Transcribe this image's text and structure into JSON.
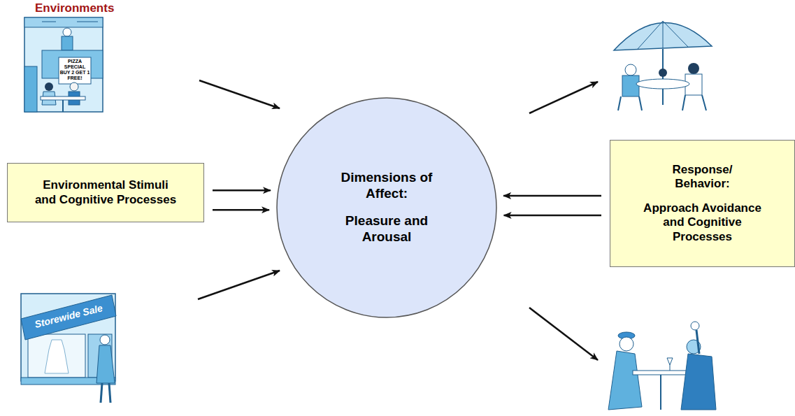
{
  "diagram": {
    "title": "Environments",
    "nodes": [
      {
        "text": [
          "Environmental Stimuli and Cognitive Processes"
        ]
      },
      {
        "text": [
          "Dimensions of Affect:",
          "Pleasure and Arousal"
        ]
      },
      {
        "text": [
          "Response/ Behavior:",
          "Approach Avoidance and Cognitive Processes"
        ]
      }
    ],
    "edges": [
      {
        "from": 0,
        "to": 1,
        "arrow": "to"
      },
      {
        "from": 0,
        "to": 1,
        "arrow": "to"
      },
      {
        "from": 2,
        "to": 1,
        "arrow": "to"
      },
      {
        "from": 2,
        "to": 1,
        "arrow": "to"
      }
    ],
    "labels": [
      "PIZZA SPECIAL BUY 2 GET 1 FREE!",
      "Storewide Sale"
    ]
  }
}
